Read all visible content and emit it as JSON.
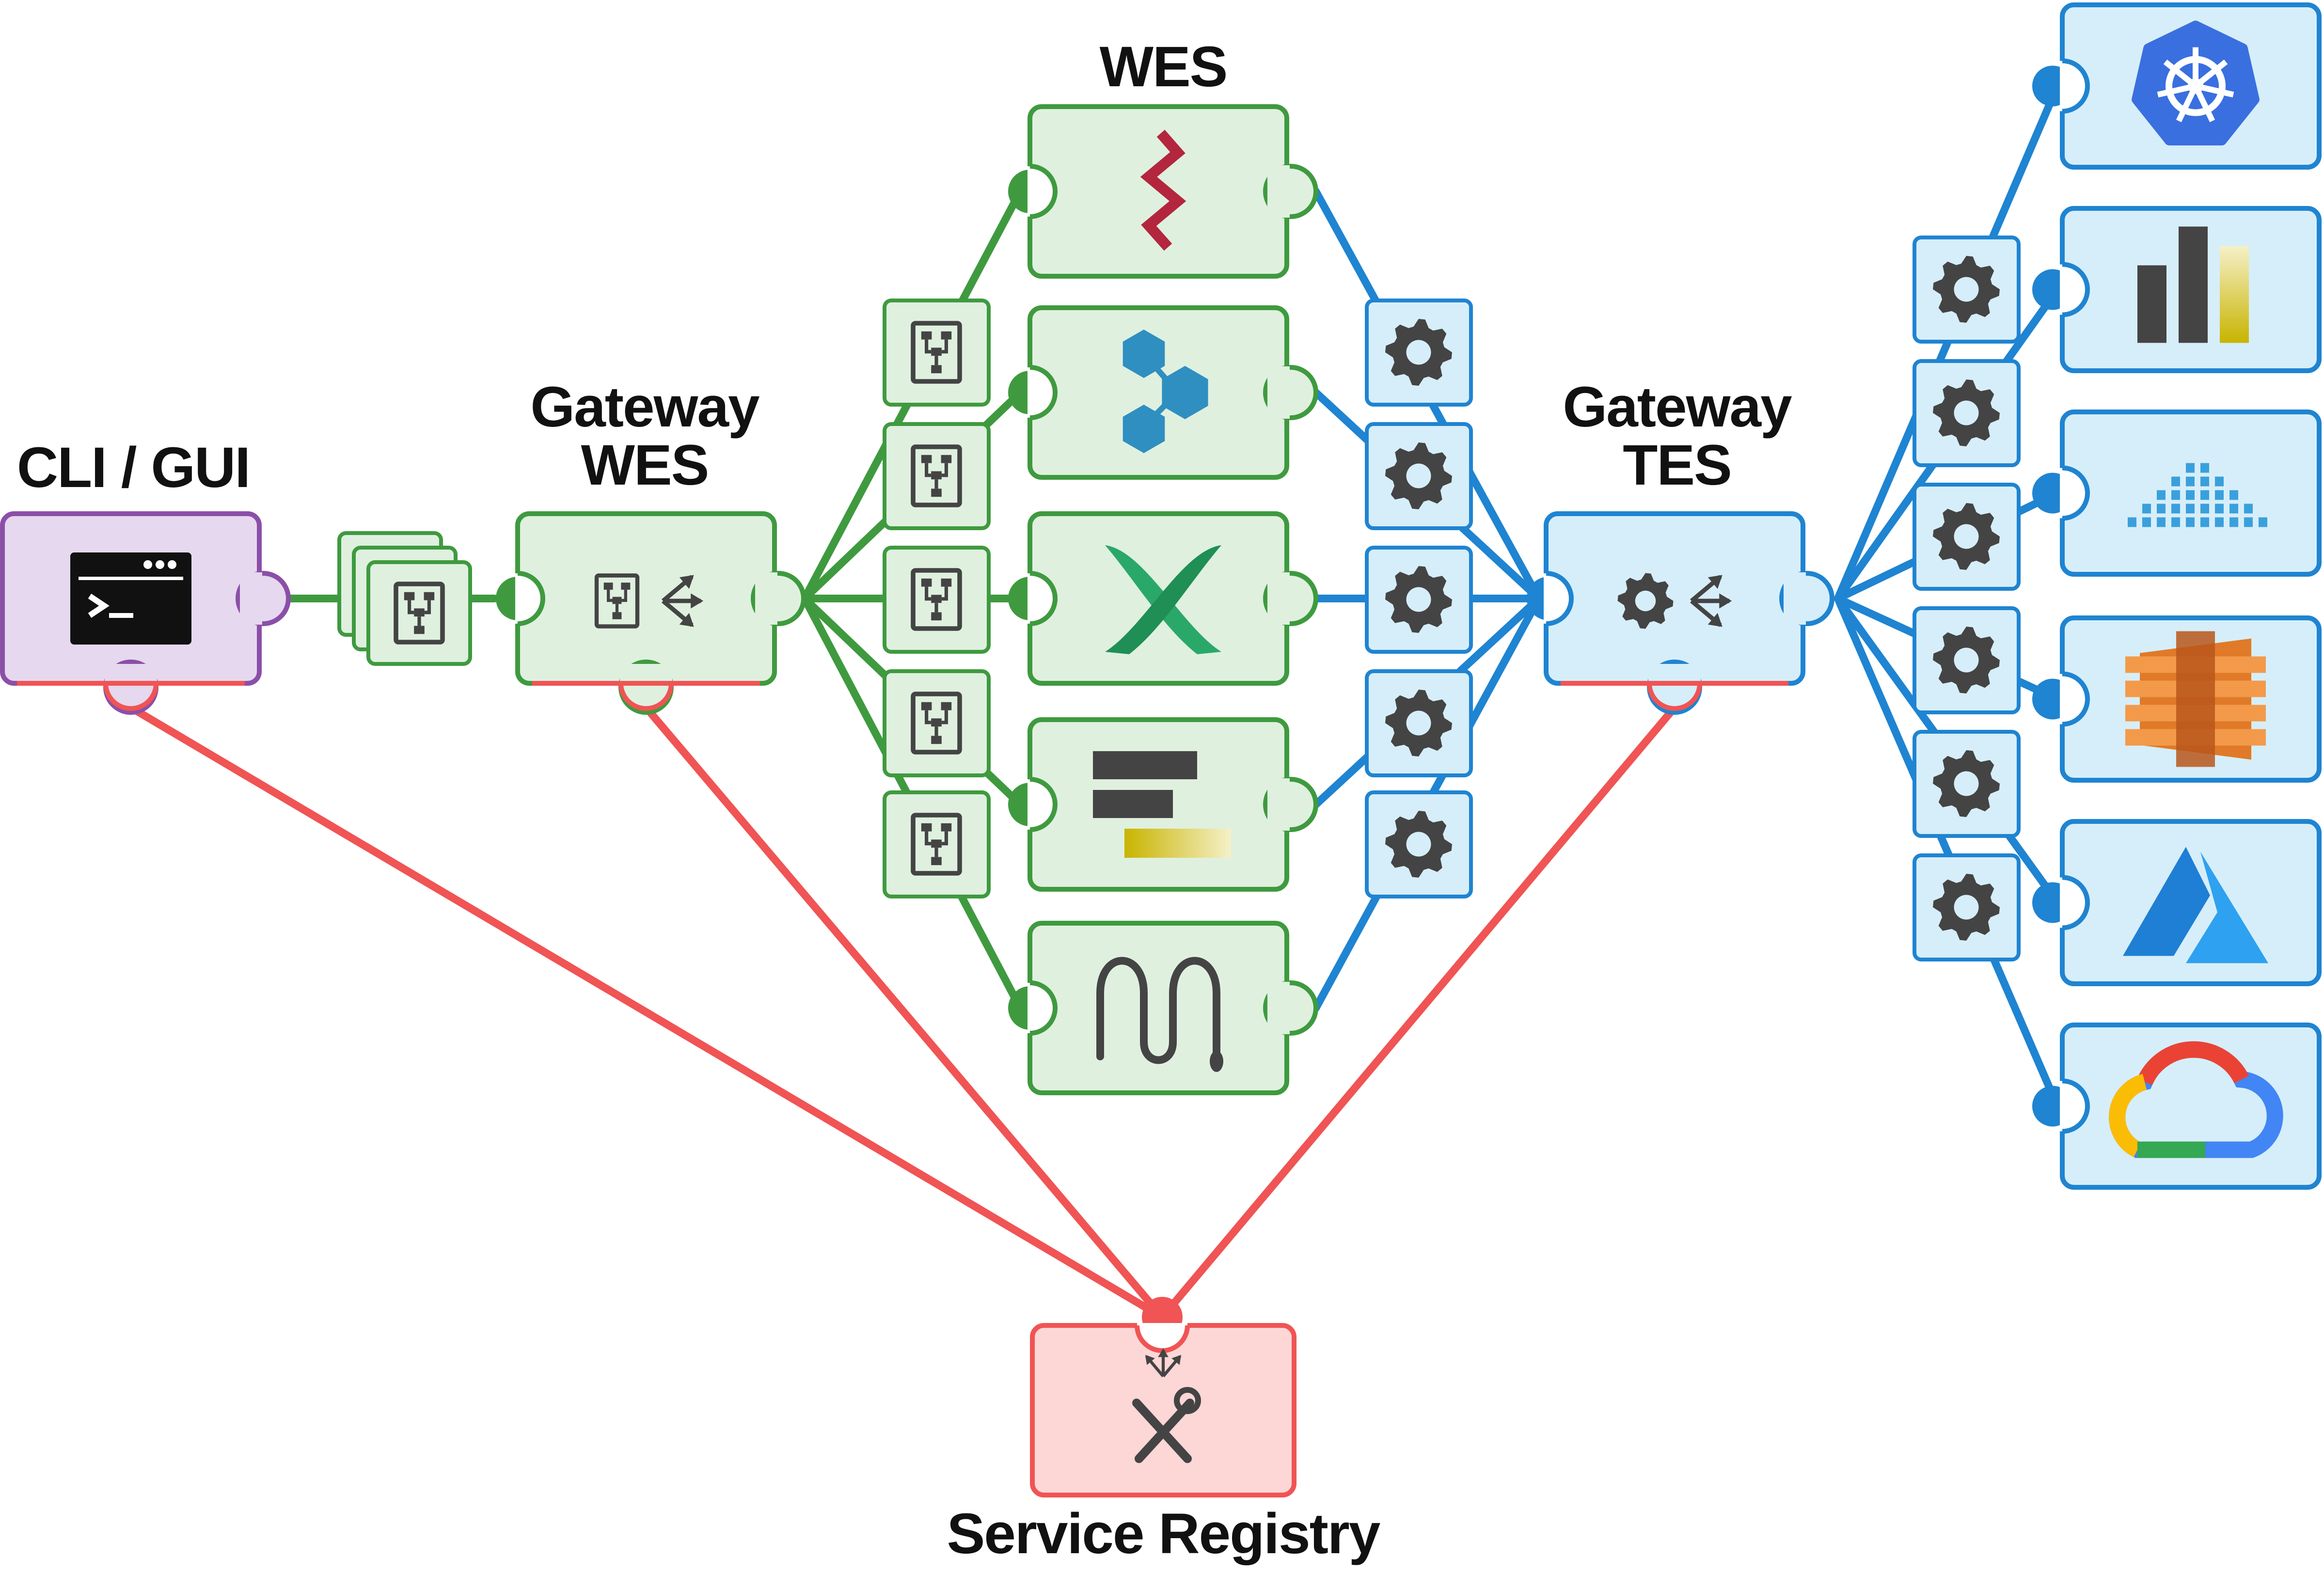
{
  "labels": {
    "cli_gui": "CLI / GUI",
    "gateway_wes_line1": "Gateway",
    "gateway_wes_line2": "WES",
    "wes": "WES",
    "gateway_tes_line1": "Gateway",
    "gateway_tes_line2": "TES",
    "service_registry": "Service Registry"
  },
  "colors": {
    "cli": {
      "fill": "#e6d8ee",
      "stroke": "#8b4fa8"
    },
    "wes": {
      "fill": "#dff0df",
      "stroke": "#3f9a3f"
    },
    "tes": {
      "fill": "#d6eef9",
      "stroke": "#1f84d1"
    },
    "registry": {
      "fill": "#fdd6d6",
      "stroke": "#f05454"
    },
    "link_wes": "#3f9a3f",
    "link_tes": "#1f84d1",
    "link_registry": "#f05454",
    "icon": "#444444"
  },
  "nodes": {
    "cli": {
      "icon": "terminal-window-icon"
    },
    "gateway_wes": {
      "icon": "workflow-distribute-icon"
    },
    "gateway_tes": {
      "icon": "gear-distribute-icon"
    },
    "service_registry": {
      "icon": "tools-distribute-icon"
    },
    "wes_engines": [
      {
        "icon": "red-zigzag-logo"
      },
      {
        "icon": "blue-hexagon-network-logo"
      },
      {
        "icon": "green-crossed-arrows-logo"
      },
      {
        "icon": "gray-yellow-bars-logo"
      },
      {
        "icon": "coiled-snake-logo"
      }
    ],
    "tes_backends": [
      {
        "icon": "kubernetes-helm-logo"
      },
      {
        "icon": "bar-chart-logo"
      },
      {
        "icon": "blue-dot-pyramid-logo"
      },
      {
        "icon": "aws-orange-stack-logo"
      },
      {
        "icon": "azure-a-logo"
      },
      {
        "icon": "google-cloud-logo"
      }
    ]
  },
  "workflow_tokens": {
    "icon": "workflow-document-icon",
    "count": 5
  },
  "task_tokens": {
    "icon": "gear-icon",
    "count": 5
  },
  "backend_tokens": {
    "icon": "gear-icon",
    "count": 6
  }
}
